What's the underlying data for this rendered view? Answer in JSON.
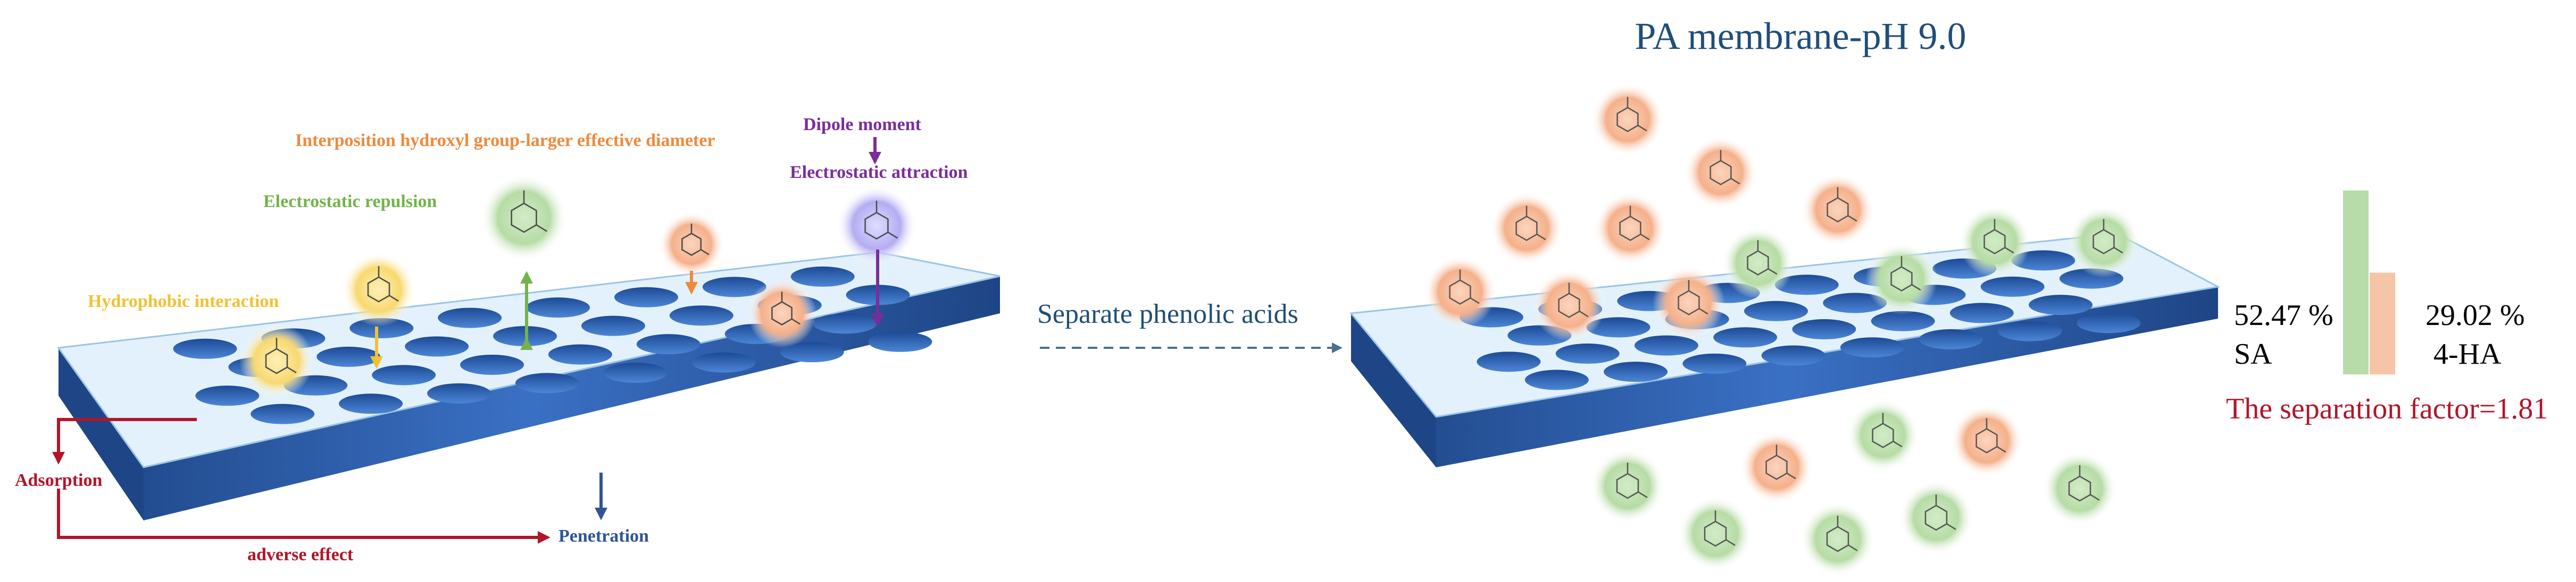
{
  "title": "PA membrane-pH 9.0",
  "left_panel": {
    "labels": {
      "interposition": "Interposition hydroxyl group-larger effective diameter",
      "dipole": "Dipole moment",
      "electrostatic_attraction": "Electrostatic attraction",
      "electrostatic_repulsion": "Electrostatic repulsion",
      "hydrophobic": "Hydrophobic interaction",
      "adsorption": "Adsorption",
      "adverse_effect": "adverse effect",
      "penetration": "Penetration"
    }
  },
  "middle_arrow_label": "Separate phenolic acids",
  "right_panel": {
    "bars": [
      {
        "percent_label": "52.47 %",
        "name": "SA",
        "value": 52.47,
        "color": "#b7dcaa"
      },
      {
        "percent_label": "29.02 %",
        "name": "4-HA",
        "value": 29.02,
        "color": "#f6c4a6"
      }
    ],
    "separation_factor": "The separation factor=1.81"
  },
  "colors": {
    "membrane_top": "#e2f1fb",
    "membrane_side": "#2b5aa6",
    "hole": "#2f66b8",
    "green_circle": "#a9d39a",
    "orange_circle": "#f5b48f",
    "yellow_circle": "#f8dc7a",
    "purple_circle": "#b8b2f0",
    "label_orange": "#ee8a3c",
    "label_purple": "#7a2d9a",
    "label_green": "#74b34a",
    "label_yellow": "#f1c232",
    "label_red": "#b2152a",
    "label_blue": "#2f5597",
    "title_blue": "#1f4e79"
  },
  "icons": [
    "molecule-icon",
    "arrow-icon"
  ]
}
